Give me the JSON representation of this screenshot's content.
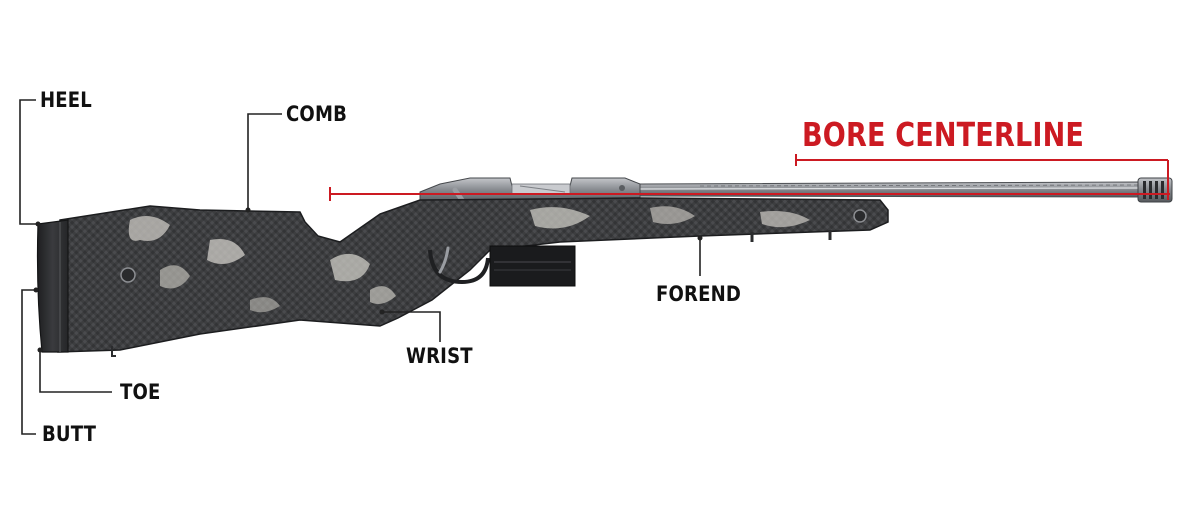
{
  "labels": {
    "heel": "HEEL",
    "comb": "COMB",
    "bore_centerline": "BORE CENTERLINE",
    "toe": "TOE",
    "butt": "BUTT",
    "wrist": "WRIST",
    "forend": "FOREND"
  },
  "colors": {
    "accent_red": "#cc1a22",
    "leader_line": "#222222",
    "stock_dark": "#3a3b3d",
    "steel": "#8d9096"
  }
}
